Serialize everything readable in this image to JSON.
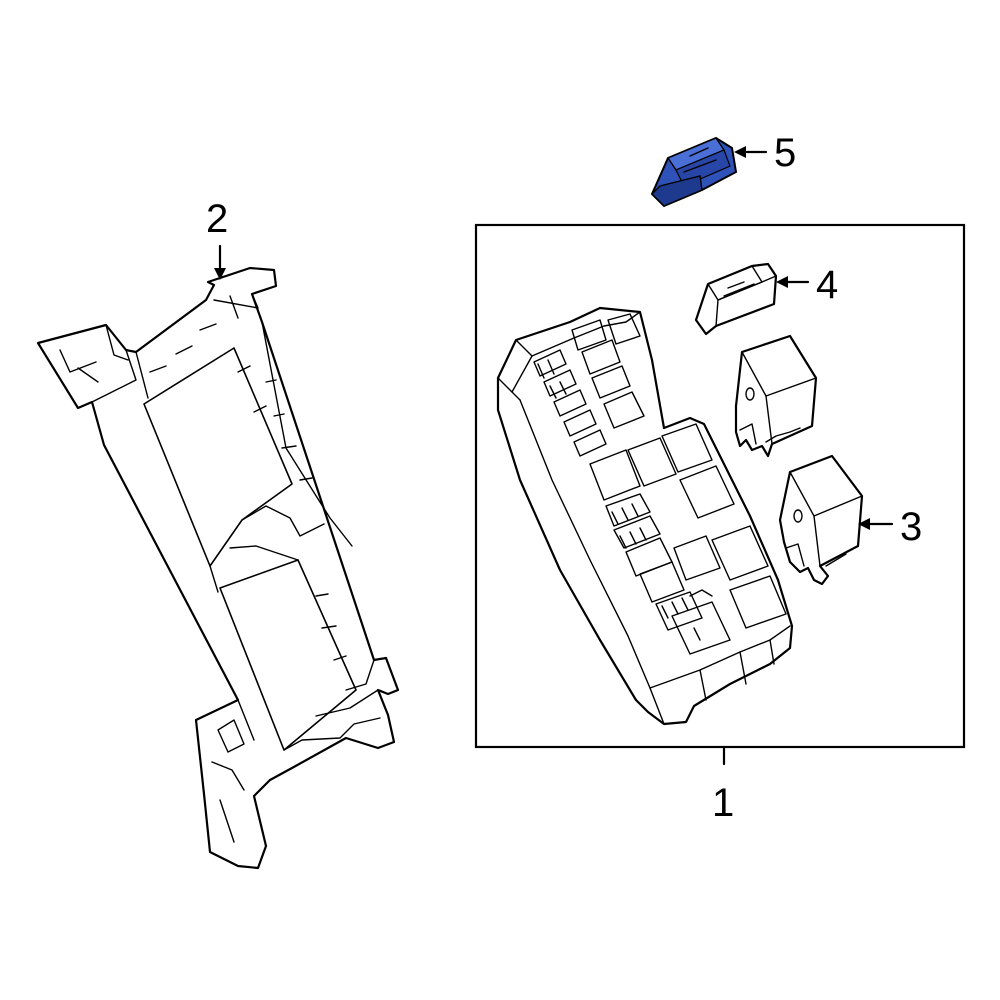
{
  "callouts": {
    "c1": "1",
    "c2": "2",
    "c3": "3",
    "c4": "4",
    "c5": "5"
  },
  "colors": {
    "highlight": "#2f52b8",
    "highlight_dark": "#1d3a8f",
    "line": "#000000",
    "background": "#ffffff"
  }
}
